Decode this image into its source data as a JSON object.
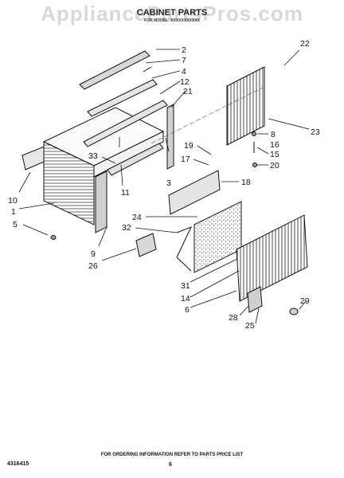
{
  "watermark": "AppliancePartsPros.com",
  "title": "CABINET PARTS",
  "subtitle": "FOR MODEL: XXXXXXXXXXX",
  "footer": {
    "note": "FOR ORDERING INFORMATION REFER TO PARTS PRICE LIST",
    "doc_number": "4316415",
    "page_number": "6"
  },
  "callouts": {
    "c1": "1",
    "c2": "2",
    "c3": "3",
    "c4": "4",
    "c5": "5",
    "c6": "6",
    "c7": "7",
    "c8": "8",
    "c9": "9",
    "c10": "10",
    "c11": "11",
    "c12": "12",
    "c14": "14",
    "c15": "15",
    "c16": "16",
    "c17": "17",
    "c18": "18",
    "c19": "19",
    "c20": "20",
    "c21": "21",
    "c22": "22",
    "c23": "23",
    "c24": "24",
    "c25": "25",
    "c26": "26",
    "c28": "28",
    "c29": "29",
    "c31": "31",
    "c32": "32",
    "c33": "33"
  }
}
